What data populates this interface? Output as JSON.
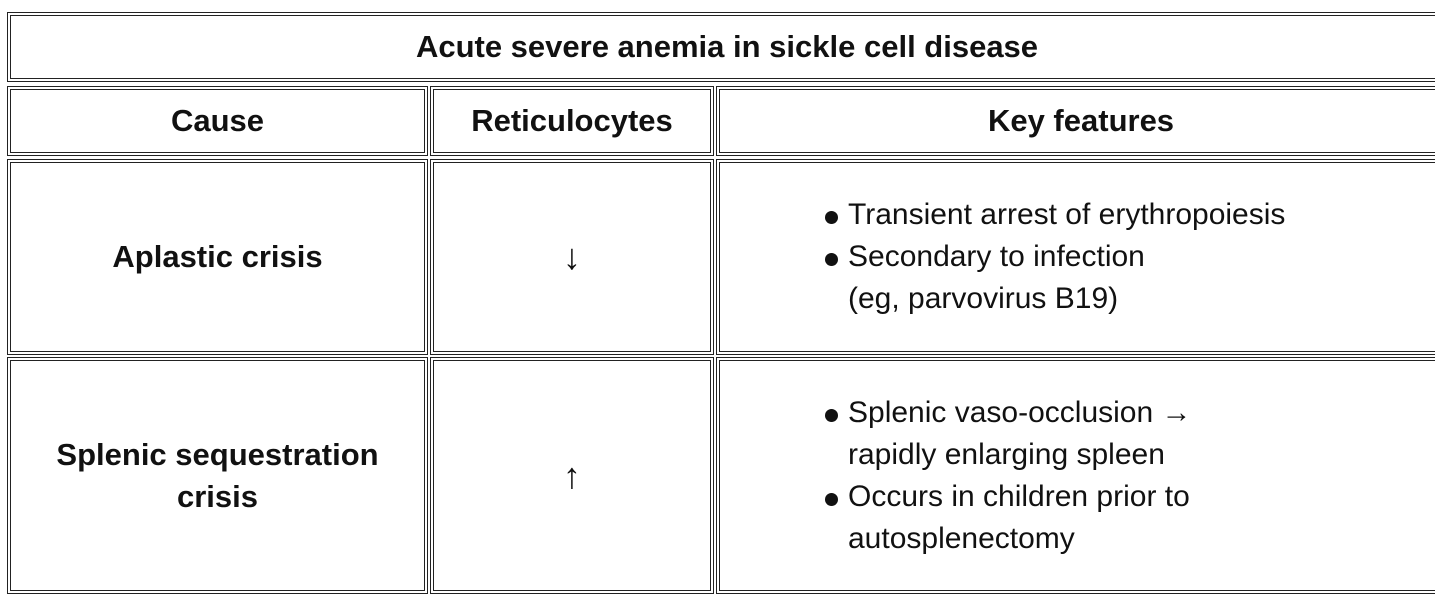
{
  "title": "Acute severe anemia in sickle cell disease",
  "headers": {
    "cause": "Cause",
    "reticulocytes": "Reticulocytes",
    "key_features": "Key features"
  },
  "rows": [
    {
      "cause": "Aplastic crisis",
      "reticulocytes": "↓",
      "features": [
        "Transient arrest of erythropoiesis",
        "Secondary to infection\n(eg, parvovirus B19)"
      ]
    },
    {
      "cause": "Splenic sequestration crisis",
      "reticulocytes": "↑",
      "features": [
        "Splenic vaso-occlusion → rapidly enlarging spleen",
        "Occurs in children prior to autosplenectomy"
      ]
    }
  ]
}
